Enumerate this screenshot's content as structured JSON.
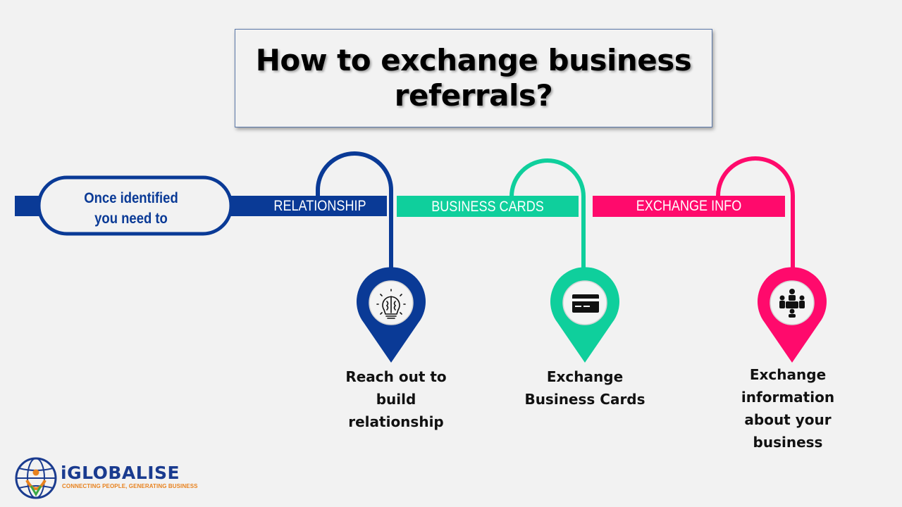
{
  "title": {
    "line1": "How to exchange business",
    "line2": "referrals?"
  },
  "start": {
    "line1": "Once identified",
    "line2": "you need to"
  },
  "steps": [
    {
      "bar_label": "RELATIONSHIP",
      "color": "#0a3a96",
      "icon": "brain-lightbulb-icon",
      "desc_lines": [
        "Reach out to",
        "build",
        "relationship"
      ]
    },
    {
      "bar_label": "BUSINESS CARDS",
      "color": "#0fcf9c",
      "icon": "business-card-icon",
      "desc_lines": [
        "Exchange",
        "Business Cards"
      ]
    },
    {
      "bar_label": "EXCHANGE INFO",
      "color": "#ff0a6c",
      "icon": "people-meeting-icon",
      "desc_lines": [
        "Exchange",
        "information",
        "about your",
        "business"
      ]
    }
  ],
  "logo": {
    "name": "iGLOBALISE",
    "tagline": "CONNECTING PEOPLE, GENERATING BUSINESS",
    "colors": {
      "blue": "#1a3b8f",
      "orange": "#e8821e",
      "green": "#3aa845"
    }
  }
}
